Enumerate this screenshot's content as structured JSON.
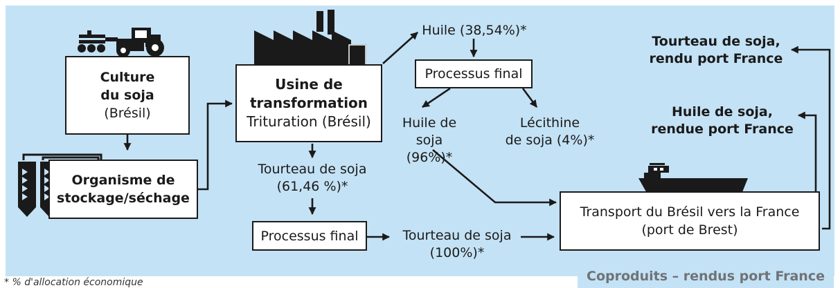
{
  "culture": {
    "line1": "Culture",
    "line2": "du soja",
    "line3": "(Brésil)"
  },
  "stockage": {
    "line1": "Organisme de",
    "line2": "stockage/séchage"
  },
  "usine": {
    "line1": "Usine de",
    "line2": "transformation",
    "line3": "Trituration (Brésil)"
  },
  "huile": {
    "label": "Huile (38,54%)*"
  },
  "processus_huile": {
    "label": "Processus final"
  },
  "huile_de_soja": {
    "line1": "Huile de soja",
    "line2": "(96%)*"
  },
  "lecithine": {
    "line1": "Lécithine",
    "line2": "de soja (4%)*"
  },
  "tourteau": {
    "line1": "Tourteau de soja",
    "line2": "(61,46 %)*"
  },
  "processus_tourteau": {
    "label": "Processus final"
  },
  "tourteau_final": {
    "line1": "Tourteau de soja",
    "line2": "(100%)*"
  },
  "transport": {
    "line1": "Transport du Brésil vers la France",
    "line2": "(port de Brest)"
  },
  "outputs": {
    "tourteau": {
      "line1": "Tourteau de soja,",
      "line2": "rendu port France"
    },
    "huile": {
      "line1": "Huile de soja,",
      "line2": "rendue port France"
    }
  },
  "coproduits_label": "Coproduits – rendus port France",
  "footnote": "* % d'allocation économique",
  "colors": {
    "background": "#c4e2f5",
    "ink": "#1a1a1a",
    "footer_text": "#6f7377"
  },
  "icons": [
    "tractor-icon",
    "silo-icon",
    "factory-icon",
    "ship-icon"
  ]
}
